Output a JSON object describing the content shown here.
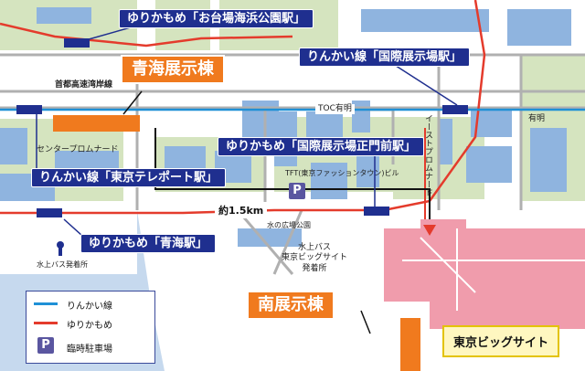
{
  "labels": {
    "yurikamome_odaiba": "ゆりかもめ「お台場海浜公園駅」",
    "aomi_hall": "青海展示棟",
    "rinkai_kokusai": "りんかい線「国際展示場駅」",
    "shuto": "首都高速湾岸線",
    "toc": "TOC有明",
    "ariake": "有明",
    "center_promenade": "センタープロムナード",
    "yurikamome_seimon": "ゆりかもめ「国際展示場正門前駅」",
    "rinkai_teleport": "りんかい線「東京テレポート駅」",
    "tft": "TFT(東京ファッションタウン)ビル",
    "distance": "約1.5km",
    "mizuno_hiroba": "水の広場公園",
    "yurikamome_aomi": "ゆりかもめ「青海駅」",
    "suijo_bus_left": "水上バス発着所",
    "suijo_bus_right": "水上バス\n東京ビッグサイト\n発着所",
    "east_promenade": "イーストプロムナード",
    "south_hall": "南展示棟",
    "big_sight": "東京ビッグサイト"
  },
  "legend": {
    "rinkai": "りんかい線",
    "yurikamome": "ゆりかもめ",
    "parking": "臨時駐車場",
    "p_symbol": "P"
  },
  "colors": {
    "water": "#c6d9ee",
    "land": "#ffffff",
    "block": "#d5e4bf",
    "building_blue": "#8fb4df",
    "rinkai_line": "#1f90d6",
    "yurikamome_line": "#e43b2c",
    "orange": "#f07a1e",
    "station_tag": "#1f2f8f",
    "bigsight_pink": "#f09cac"
  }
}
